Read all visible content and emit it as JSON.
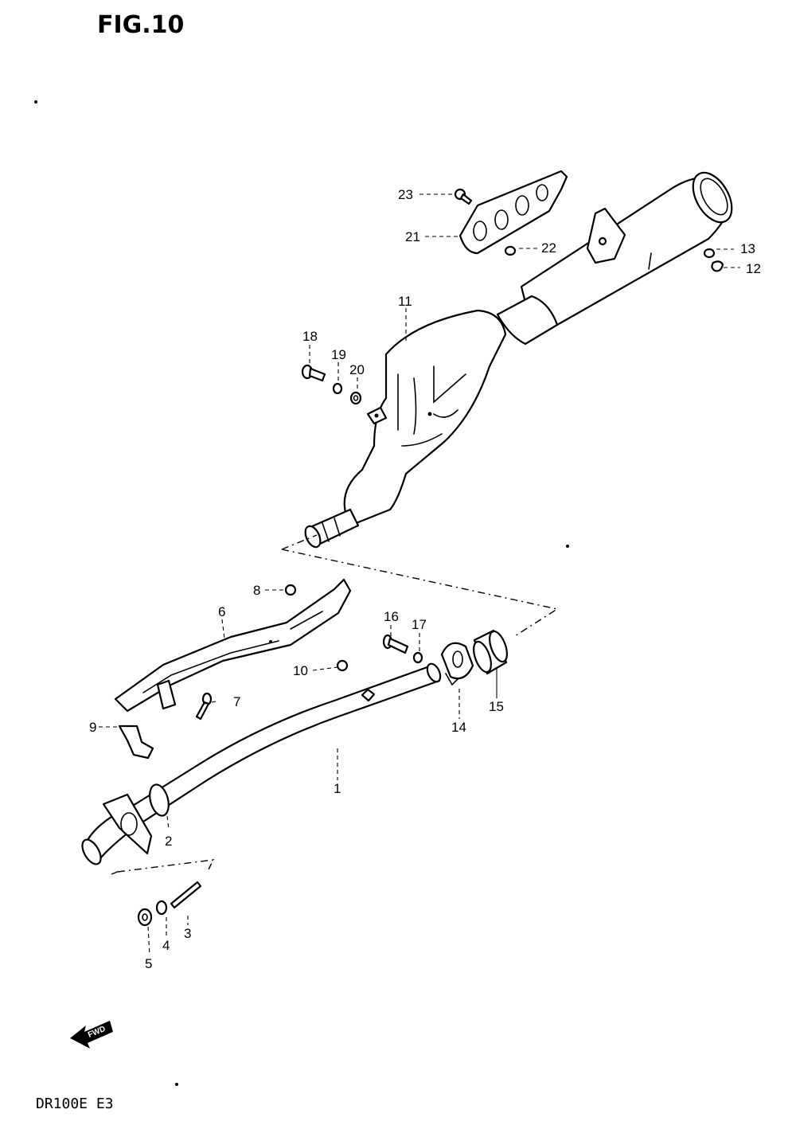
{
  "figure": {
    "title": "FIG.10",
    "model": "DR100E E3",
    "fwd_label": "FWD"
  },
  "callouts": {
    "p1": "1",
    "p2": "2",
    "p3": "3",
    "p4": "4",
    "p5": "5",
    "p6": "6",
    "p7": "7",
    "p8": "8",
    "p9": "9",
    "p10": "10",
    "p11": "11",
    "p12": "12",
    "p13": "13",
    "p14": "14",
    "p15": "15",
    "p16": "16",
    "p17": "17",
    "p18": "18",
    "p19": "19",
    "p20": "20",
    "p21": "21",
    "p22": "22",
    "p23": "23"
  }
}
